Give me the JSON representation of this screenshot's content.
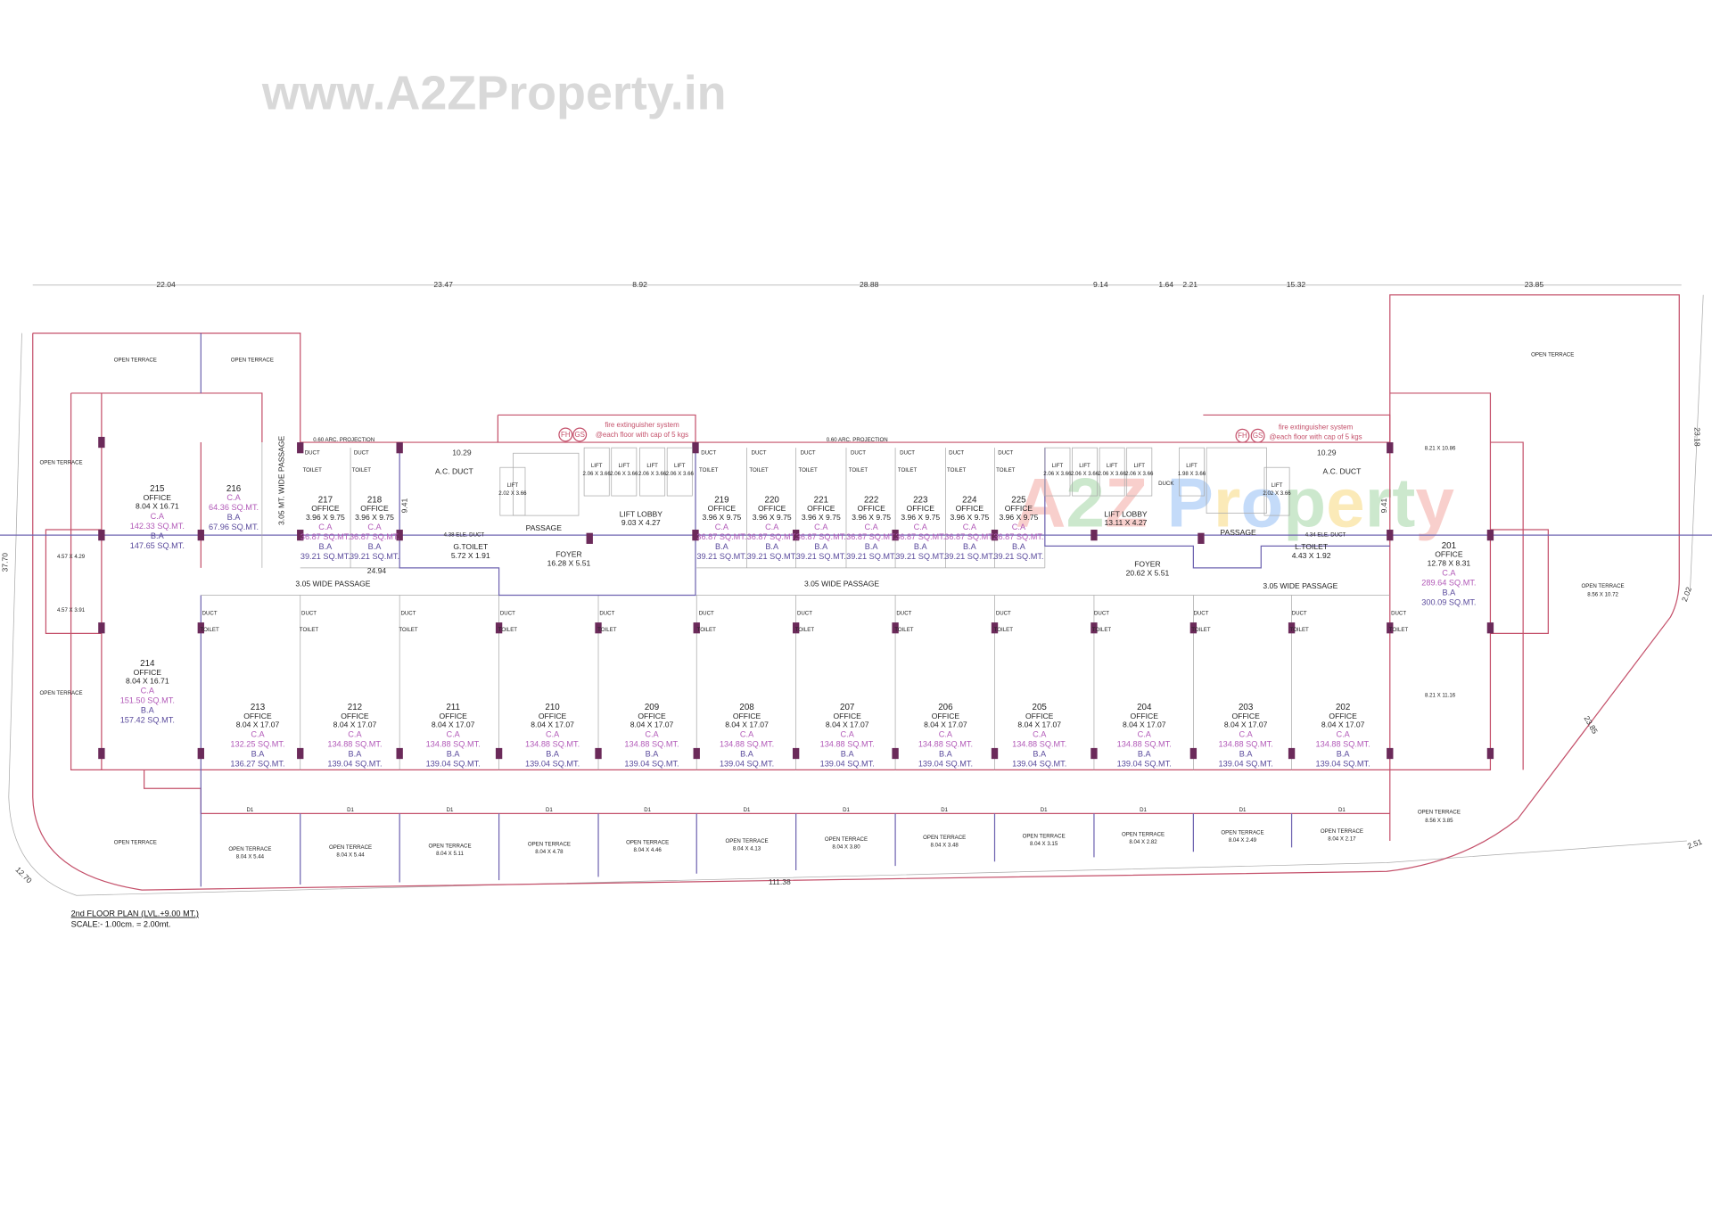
{
  "watermark": "www.A2ZProperty.in",
  "logo": {
    "text": "A2Z Property",
    "colors": [
      "#e8574b",
      "#4caf50",
      "#e8574b",
      "#2f80ed",
      "#2f80ed",
      "#f2b705",
      "#2f80ed",
      "#4caf50",
      "#f2b705",
      "#4caf50",
      "#4caf50"
    ]
  },
  "plan": {
    "title": "2nd FLOOR PLAN (LVL.+9.00 MT.)",
    "scale": "SCALE:- 1.00cm. = 2.00mt."
  },
  "top_dimensions": [
    "22.04",
    "23.47",
    "8.92",
    "28.88",
    "9.14",
    "1.64",
    "2.21",
    "15.32",
    "23.85"
  ],
  "other_dimensions": {
    "left": "37.70",
    "right": "23.18",
    "right_corner": "2.02",
    "diagonal": "23.85",
    "bottom_corner": "2.51",
    "left_curve": "12.70",
    "bottom": "111.38",
    "passage_len": "24.94",
    "duct_h_left": "9.41",
    "duct_h_right": "9.41",
    "duct_w_left": "10.29",
    "duct_w_right": "10.29"
  },
  "labels": {
    "office": "OFFICE",
    "ca": "C.A",
    "ba": "B.A",
    "unit": "SQ.MT.",
    "open_terrace": "OPEN TERRACE",
    "d1": "D1",
    "lift": "LIFT",
    "toilet": "TOILET",
    "duct": "DUCT"
  },
  "offices": [
    {
      "no": "215",
      "size": "8.04 X 16.71",
      "ca": "142.33",
      "ba": "147.65"
    },
    {
      "no": "216",
      "size": "",
      "ca": "64.36",
      "ba": "67.96"
    },
    {
      "no": "217",
      "size": "3.96 X 9.75",
      "ca": "36.87",
      "ba": "39.21"
    },
    {
      "no": "218",
      "size": "3.96 X 9.75",
      "ca": "36.87",
      "ba": "39.21"
    },
    {
      "no": "219",
      "size": "3.96 X 9.75",
      "ca": "36.87",
      "ba": "39.21"
    },
    {
      "no": "220",
      "size": "3.96 X 9.75",
      "ca": "36.87",
      "ba": "39.21"
    },
    {
      "no": "221",
      "size": "3.96 X 9.75",
      "ca": "36.87",
      "ba": "39.21"
    },
    {
      "no": "222",
      "size": "3.96 X 9.75",
      "ca": "36.87",
      "ba": "39.21"
    },
    {
      "no": "223",
      "size": "3.96 X 9.75",
      "ca": "36.87",
      "ba": "39.21"
    },
    {
      "no": "224",
      "size": "3.96 X 9.75",
      "ca": "36.87",
      "ba": "39.21"
    },
    {
      "no": "225",
      "size": "3.96 X 9.75",
      "ca": "36.87",
      "ba": "39.21"
    },
    {
      "no": "214",
      "size": "8.04 X 16.71",
      "ca": "151.50",
      "ba": "157.42"
    },
    {
      "no": "213",
      "size": "8.04 X 17.07",
      "ca": "132.25",
      "ba": "136.27"
    },
    {
      "no": "212",
      "size": "8.04 X 17.07",
      "ca": "134.88",
      "ba": "139.04"
    },
    {
      "no": "211",
      "size": "8.04 X 17.07",
      "ca": "134.88",
      "ba": "139.04"
    },
    {
      "no": "210",
      "size": "8.04 X 17.07",
      "ca": "134.88",
      "ba": "139.04"
    },
    {
      "no": "209",
      "size": "8.04 X 17.07",
      "ca": "134.88",
      "ba": "139.04"
    },
    {
      "no": "208",
      "size": "8.04 X 17.07",
      "ca": "134.88",
      "ba": "139.04"
    },
    {
      "no": "207",
      "size": "8.04 X 17.07",
      "ca": "134.88",
      "ba": "139.04"
    },
    {
      "no": "206",
      "size": "8.04 X 17.07",
      "ca": "134.88",
      "ba": "139.04"
    },
    {
      "no": "205",
      "size": "8.04 X 17.07",
      "ca": "134.88",
      "ba": "139.04"
    },
    {
      "no": "204",
      "size": "8.04 X 17.07",
      "ca": "134.88",
      "ba": "139.04"
    },
    {
      "no": "203",
      "size": "8.04 X 17.07",
      "ca": "134.88",
      "ba": "139.04"
    },
    {
      "no": "202",
      "size": "8.04 X 17.07",
      "ca": "134.88",
      "ba": "139.04"
    },
    {
      "no": "201",
      "size": "12.78 X 8.31",
      "ca": "289.64",
      "ba": "300.09"
    }
  ],
  "bottom_terraces": [
    "8.04 X 5.44",
    "8.04 X 5.44",
    "8.04 X 5.11",
    "8.04 X 4.78",
    "8.04 X 4.46",
    "8.04 X 4.13",
    "8.04 X 3.80",
    "8.04 X 3.48",
    "8.04 X 3.15",
    "8.04 X 2.82",
    "8.04 X 2.49",
    "8.04 X 2.17"
  ],
  "rooms": [
    {
      "name": "OPEN TERRACE",
      "size": ""
    },
    {
      "name": "OPEN TERRACE",
      "size": ""
    },
    {
      "name": "OPEN TERRACE",
      "size": ""
    },
    {
      "name": "OPEN TERRACE",
      "size": ""
    },
    {
      "name": "OPEN TERRACE",
      "size": ""
    },
    {
      "name": "OPEN TERRACE",
      "size": ""
    },
    {
      "name": "OPEN TERRACE",
      "size": "8.56 X 10.72"
    },
    {
      "name": "OPEN TERRACE",
      "size": "8.56 X 3.85"
    },
    {
      "name": "4.57 X 4.29",
      "size": ""
    },
    {
      "name": "4.57 X 3.91",
      "size": ""
    },
    {
      "name": "A.C. DUCT",
      "size": ""
    },
    {
      "name": "A.C. DUCT",
      "size": ""
    },
    {
      "name": "LIFT LOBBY",
      "size": "9.03 X 4.27"
    },
    {
      "name": "LIFT LOBBY",
      "size": "13.11 X 4.27"
    },
    {
      "name": "PASSAGE",
      "size": ""
    },
    {
      "name": "PASSAGE",
      "size": ""
    },
    {
      "name": "FOYER",
      "size": "16.28 X 5.51"
    },
    {
      "name": "FOYER",
      "size": "20.62 X 5.51"
    },
    {
      "name": "G.TOILET",
      "size": "5.72 X 1.91"
    },
    {
      "name": "L.TOILET",
      "size": "4.43 X 1.92"
    },
    {
      "name": "3.05 WIDE PASSAGE",
      "size": ""
    },
    {
      "name": "3.05 WIDE PASSAGE",
      "size": ""
    },
    {
      "name": "3.05 WIDE PASSAGE",
      "size": ""
    },
    {
      "name": "8.21 X 10.86",
      "size": ""
    },
    {
      "name": "8.21 X 11.16",
      "size": ""
    },
    {
      "name": "0.60 ARC. PROJECTION",
      "size": ""
    },
    {
      "name": "0.60 ARC. PROJECTION",
      "size": ""
    },
    {
      "name": "DUCK",
      "size": ""
    },
    {
      "name": "4.38 ELE. DUCT",
      "size": ""
    },
    {
      "name": "4.34 ELE. DUCT",
      "size": ""
    }
  ],
  "vertical_passage": "3.05 MT. WIDE PASSAGE",
  "lifts": [
    "2.06 X 3.66",
    "2.06 X 3.66",
    "2.06 X 3.66",
    "2.06 X 3.66",
    "2.02 X 3.66",
    "2.06 X 3.66",
    "2.06 X 3.66",
    "2.06 X 3.66",
    "2.06 X 3.66",
    "1.98 X 3.66",
    "2.02 X 3.66"
  ],
  "fire_note": {
    "line1": "fire extinguisher system",
    "line2": "@each floor with cap of 5 kgs",
    "fh": "FH",
    "gs": "GS"
  }
}
